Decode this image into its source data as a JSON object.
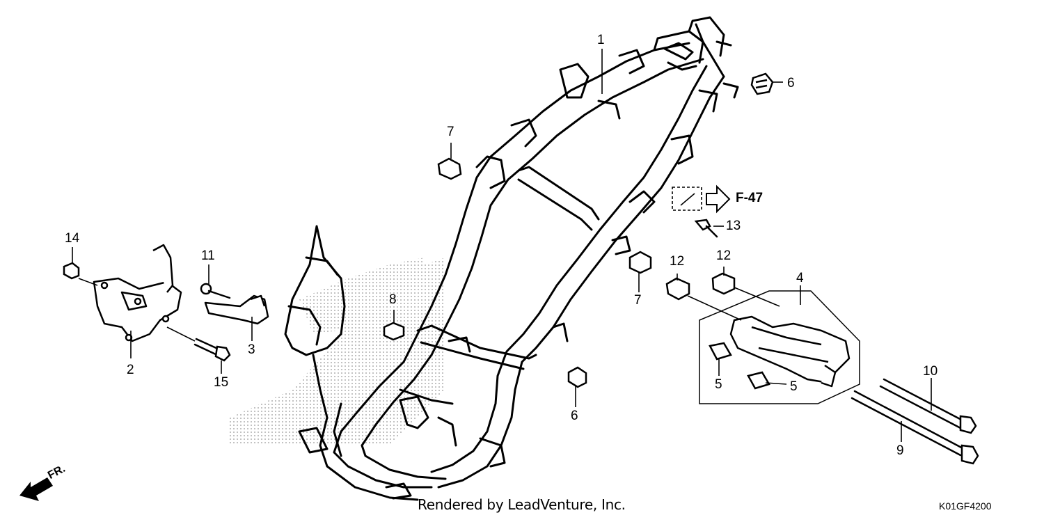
{
  "diagram": {
    "callouts": [
      {
        "id": "c1a",
        "text": "1"
      },
      {
        "id": "c2",
        "text": "2"
      },
      {
        "id": "c3",
        "text": "3"
      },
      {
        "id": "c4",
        "text": "4"
      },
      {
        "id": "c5a",
        "text": "5"
      },
      {
        "id": "c5b",
        "text": "5"
      },
      {
        "id": "c6a",
        "text": "6"
      },
      {
        "id": "c6b",
        "text": "6"
      },
      {
        "id": "c7a",
        "text": "7"
      },
      {
        "id": "c7b",
        "text": "7"
      },
      {
        "id": "c8",
        "text": "8"
      },
      {
        "id": "c9",
        "text": "9"
      },
      {
        "id": "c10",
        "text": "10"
      },
      {
        "id": "c11",
        "text": "11"
      },
      {
        "id": "c12a",
        "text": "12"
      },
      {
        "id": "c12b",
        "text": "12"
      },
      {
        "id": "c13",
        "text": "13"
      },
      {
        "id": "c14",
        "text": "14"
      },
      {
        "id": "c15",
        "text": "15"
      }
    ],
    "reference_label": "F-47",
    "front_label": "FR.",
    "credit": "Rendered by LeadVenture, Inc.",
    "diagram_code": "K01GF4200",
    "icons": [
      "front-direction-arrow-icon",
      "reference-arrow-icon",
      "reference-box-icon"
    ]
  }
}
